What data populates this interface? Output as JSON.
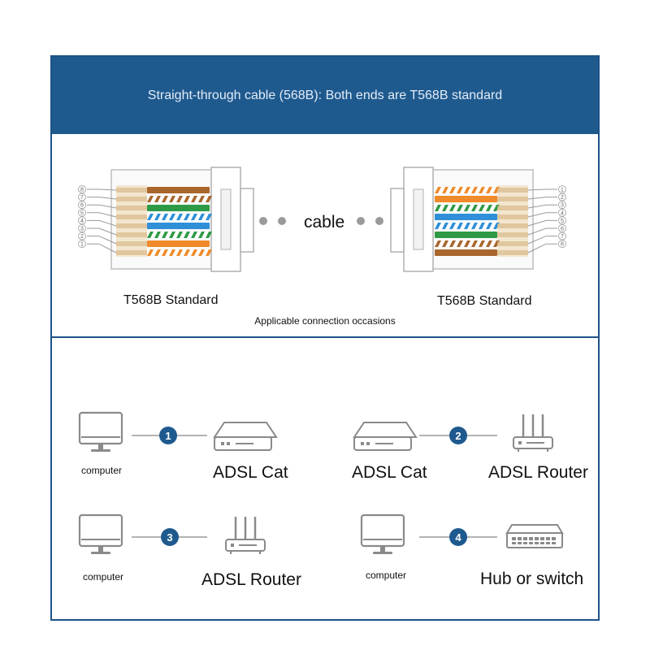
{
  "header": {
    "title": "Straight-through cable (568B): Both ends are T568B standard"
  },
  "diagram": {
    "cable_label": "cable",
    "left_standard": "T568B Standard",
    "right_standard": "T568B Standard",
    "left_pins": [
      "8",
      "7",
      "6",
      "5",
      "4",
      "3",
      "2",
      "1"
    ],
    "right_pins": [
      "1",
      "2",
      "3",
      "4",
      "5",
      "6",
      "7",
      "8"
    ]
  },
  "occasions": {
    "title": "Applicable connection occasions",
    "items": [
      {
        "number": "1",
        "left_label": "computer",
        "left_icon": "computer-icon",
        "right_label": "ADSL Cat",
        "right_icon": "modem-icon"
      },
      {
        "number": "2",
        "left_label": "ADSL Cat",
        "left_icon": "modem-icon",
        "right_label": "ADSL Router",
        "right_icon": "router-icon"
      },
      {
        "number": "3",
        "left_label": "computer",
        "left_icon": "computer-icon",
        "right_label": "ADSL Router",
        "right_icon": "router-icon"
      },
      {
        "number": "4",
        "left_label": "computer",
        "left_icon": "computer-icon",
        "right_label": "Hub or switch",
        "right_icon": "switch-icon"
      }
    ]
  },
  "colors": {
    "header_bg": "#1f5a8f",
    "border": "#1d5288",
    "badge": "#1f5a8f",
    "wire_orange": "#f08a2a",
    "wire_green": "#2e9a45",
    "wire_blue": "#2f8fd8",
    "wire_brown": "#a8662c"
  }
}
